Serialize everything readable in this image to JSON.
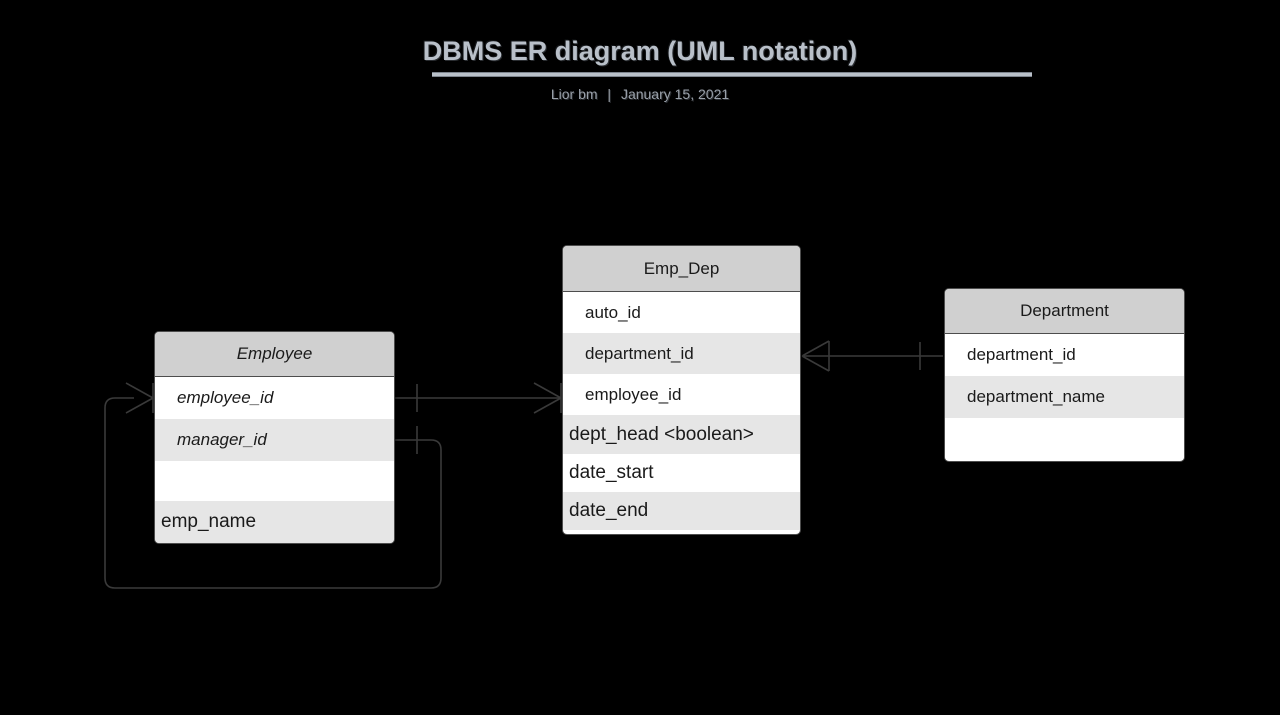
{
  "header": {
    "title": "DBMS ER diagram (UML notation)",
    "author": "Lior bm",
    "separator": "|",
    "date": "January 15, 2021"
  },
  "diagram": {
    "notation": "UML / crow's foot",
    "entities": [
      {
        "id": "employee",
        "name": "Employee",
        "name_italic": true,
        "attributes": [
          {
            "label": "employee_id",
            "italic": true,
            "alt": false,
            "flush": false
          },
          {
            "label": "manager_id",
            "italic": true,
            "alt": true,
            "flush": false
          },
          {
            "label": "",
            "italic": false,
            "alt": false,
            "flush": false
          },
          {
            "label": "emp_name",
            "italic": false,
            "alt": true,
            "flush": true
          }
        ]
      },
      {
        "id": "emp_dep",
        "name": "Emp_Dep",
        "name_italic": false,
        "attributes": [
          {
            "label": "auto_id",
            "italic": false,
            "alt": false,
            "flush": false
          },
          {
            "label": "department_id",
            "italic": false,
            "alt": true,
            "flush": false
          },
          {
            "label": "employee_id",
            "italic": false,
            "alt": false,
            "flush": false
          },
          {
            "label": "dept_head <boolean>",
            "italic": false,
            "alt": true,
            "flush": true
          },
          {
            "label": "date_start",
            "italic": false,
            "alt": false,
            "flush": true
          },
          {
            "label": "date_end",
            "italic": false,
            "alt": true,
            "flush": true
          }
        ]
      },
      {
        "id": "department",
        "name": "Department",
        "name_italic": false,
        "attributes": [
          {
            "label": "department_id",
            "italic": false,
            "alt": false,
            "flush": false
          },
          {
            "label": "department_name",
            "italic": false,
            "alt": true,
            "flush": false
          },
          {
            "label": "",
            "italic": false,
            "alt": false,
            "flush": false
          }
        ]
      }
    ],
    "relationships": [
      {
        "id": "employee-to-empdep",
        "from": "Employee.employee_id",
        "to": "Emp_Dep.employee_id",
        "from_cardinality": "one",
        "to_cardinality": "many"
      },
      {
        "id": "empdep-to-department",
        "from": "Emp_Dep.department_id",
        "to": "Department.department_id",
        "from_cardinality": "many",
        "to_cardinality": "one"
      },
      {
        "id": "employee-self-manager",
        "from": "Employee.manager_id",
        "to": "Employee.employee_id",
        "from_cardinality": "one",
        "to_cardinality": "many"
      }
    ]
  },
  "colors": {
    "background": "#000000",
    "entity_header_fill": "#d0d0d0",
    "entity_row_fill": "#ffffff",
    "entity_row_alt_fill": "#e6e6e6",
    "entity_border": "#4d4d4d",
    "connector": "#3a3a3a",
    "title_text": "#b9c0c9",
    "subtitle_text": "#9aa1aa"
  }
}
